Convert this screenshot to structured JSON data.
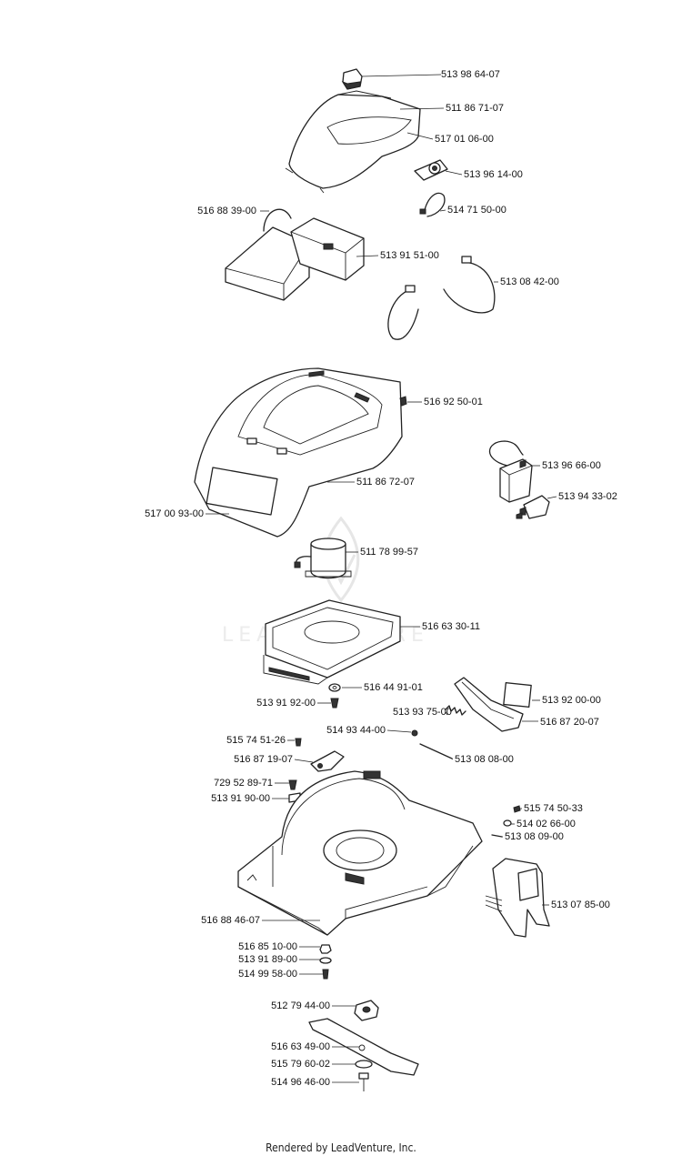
{
  "parts": [
    {
      "id": "p01",
      "label": "513 98 64-07"
    },
    {
      "id": "p02",
      "label": "511 86 71-07"
    },
    {
      "id": "p03",
      "label": "517 01 06-00"
    },
    {
      "id": "p04",
      "label": "513 96 14-00"
    },
    {
      "id": "p05",
      "label": "514 71 50-00"
    },
    {
      "id": "p06",
      "label": "516 88 39-00"
    },
    {
      "id": "p07",
      "label": "513 91 51-00"
    },
    {
      "id": "p08",
      "label": "513 08 42-00"
    },
    {
      "id": "p09",
      "label": "516 92 50-01"
    },
    {
      "id": "p10",
      "label": "513 96 66-00"
    },
    {
      "id": "p11",
      "label": "511 86 72-07"
    },
    {
      "id": "p12",
      "label": "513 94 33-02"
    },
    {
      "id": "p13",
      "label": "517 00 93-00"
    },
    {
      "id": "p14",
      "label": "511 78 99-57"
    },
    {
      "id": "p15",
      "label": "516 63 30-11"
    },
    {
      "id": "p16",
      "label": "516 44 91-01"
    },
    {
      "id": "p17",
      "label": "513 91 92-00"
    },
    {
      "id": "p18",
      "label": "513 92 00-00"
    },
    {
      "id": "p19",
      "label": "513 93 75-00"
    },
    {
      "id": "p20",
      "label": "516 87 20-07"
    },
    {
      "id": "p21",
      "label": "514 93 44-00"
    },
    {
      "id": "p22",
      "label": "515 74 51-26"
    },
    {
      "id": "p23",
      "label": "516 87 19-07"
    },
    {
      "id": "p24",
      "label": "513 08 08-00"
    },
    {
      "id": "p25",
      "label": "729 52 89-71"
    },
    {
      "id": "p26",
      "label": "513 91 90-00"
    },
    {
      "id": "p27",
      "label": "515 74 50-33"
    },
    {
      "id": "p28",
      "label": "514 02 66-00"
    },
    {
      "id": "p29",
      "label": "513 08 09-00"
    },
    {
      "id": "p30",
      "label": "513 07 85-00"
    },
    {
      "id": "p31",
      "label": "516 88 46-07"
    },
    {
      "id": "p32",
      "label": "516 85 10-00"
    },
    {
      "id": "p33",
      "label": "513 91 89-00"
    },
    {
      "id": "p34",
      "label": "514 99 58-00"
    },
    {
      "id": "p35",
      "label": "512 79 44-00"
    },
    {
      "id": "p36",
      "label": "516 63 49-00"
    },
    {
      "id": "p37",
      "label": "515 79 60-02"
    },
    {
      "id": "p38",
      "label": "514 96 46-00"
    }
  ],
  "footer": "Rendered by LeadVenture, Inc.",
  "watermark": "LEADVENTURE"
}
